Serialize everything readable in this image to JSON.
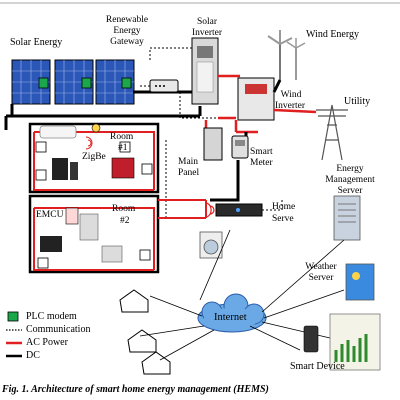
{
  "labels": {
    "solar_energy": "Solar Energy",
    "gateway_l1": "Renewable",
    "gateway_l2": "Energy",
    "gateway_l3": "Gateway",
    "solar_inverter_l1": "Solar",
    "solar_inverter_l2": "Inverter",
    "wind_energy": "Wind Energy",
    "wind_inverter_l1": "Wind",
    "wind_inverter_l2": "Inverter",
    "utility": "Utility",
    "room1_l1": "Room",
    "room1_l2": "#1",
    "zigbee": "ZigBe",
    "main_panel_l1": "Main",
    "main_panel_l2": "Panel",
    "smart_meter_l1": "Smart",
    "smart_meter_l2": "Meter",
    "ems_l1": "Energy",
    "ems_l2": "Management",
    "ems_l3": "Server",
    "emcu": "EMCU",
    "room2_l1": "Room",
    "room2_l2": "#2",
    "home_serve_l1": "Home",
    "home_serve_l2": "Serve",
    "weather_l1": "Weather",
    "weather_l2": "Server",
    "internet": "Internet",
    "smart_device": "Smart Device"
  },
  "legend": [
    {
      "key": "plc",
      "label": "PLC modem",
      "color": "#1aa84a"
    },
    {
      "key": "comm",
      "label": "Communication",
      "color": "#000000"
    },
    {
      "key": "ac",
      "label": "AC Power",
      "color": "#e02020"
    },
    {
      "key": "dc",
      "label": "DC",
      "color": "#000000"
    }
  ],
  "caption": "Fig. 1.  Architecture of smart home energy management (HEMS)",
  "colors": {
    "ac_power": "#e02020",
    "dc": "#000000",
    "plc": "#1aa84a",
    "internet_cloud": "#6aa9e6",
    "panel_blue": "#2b57b8"
  }
}
